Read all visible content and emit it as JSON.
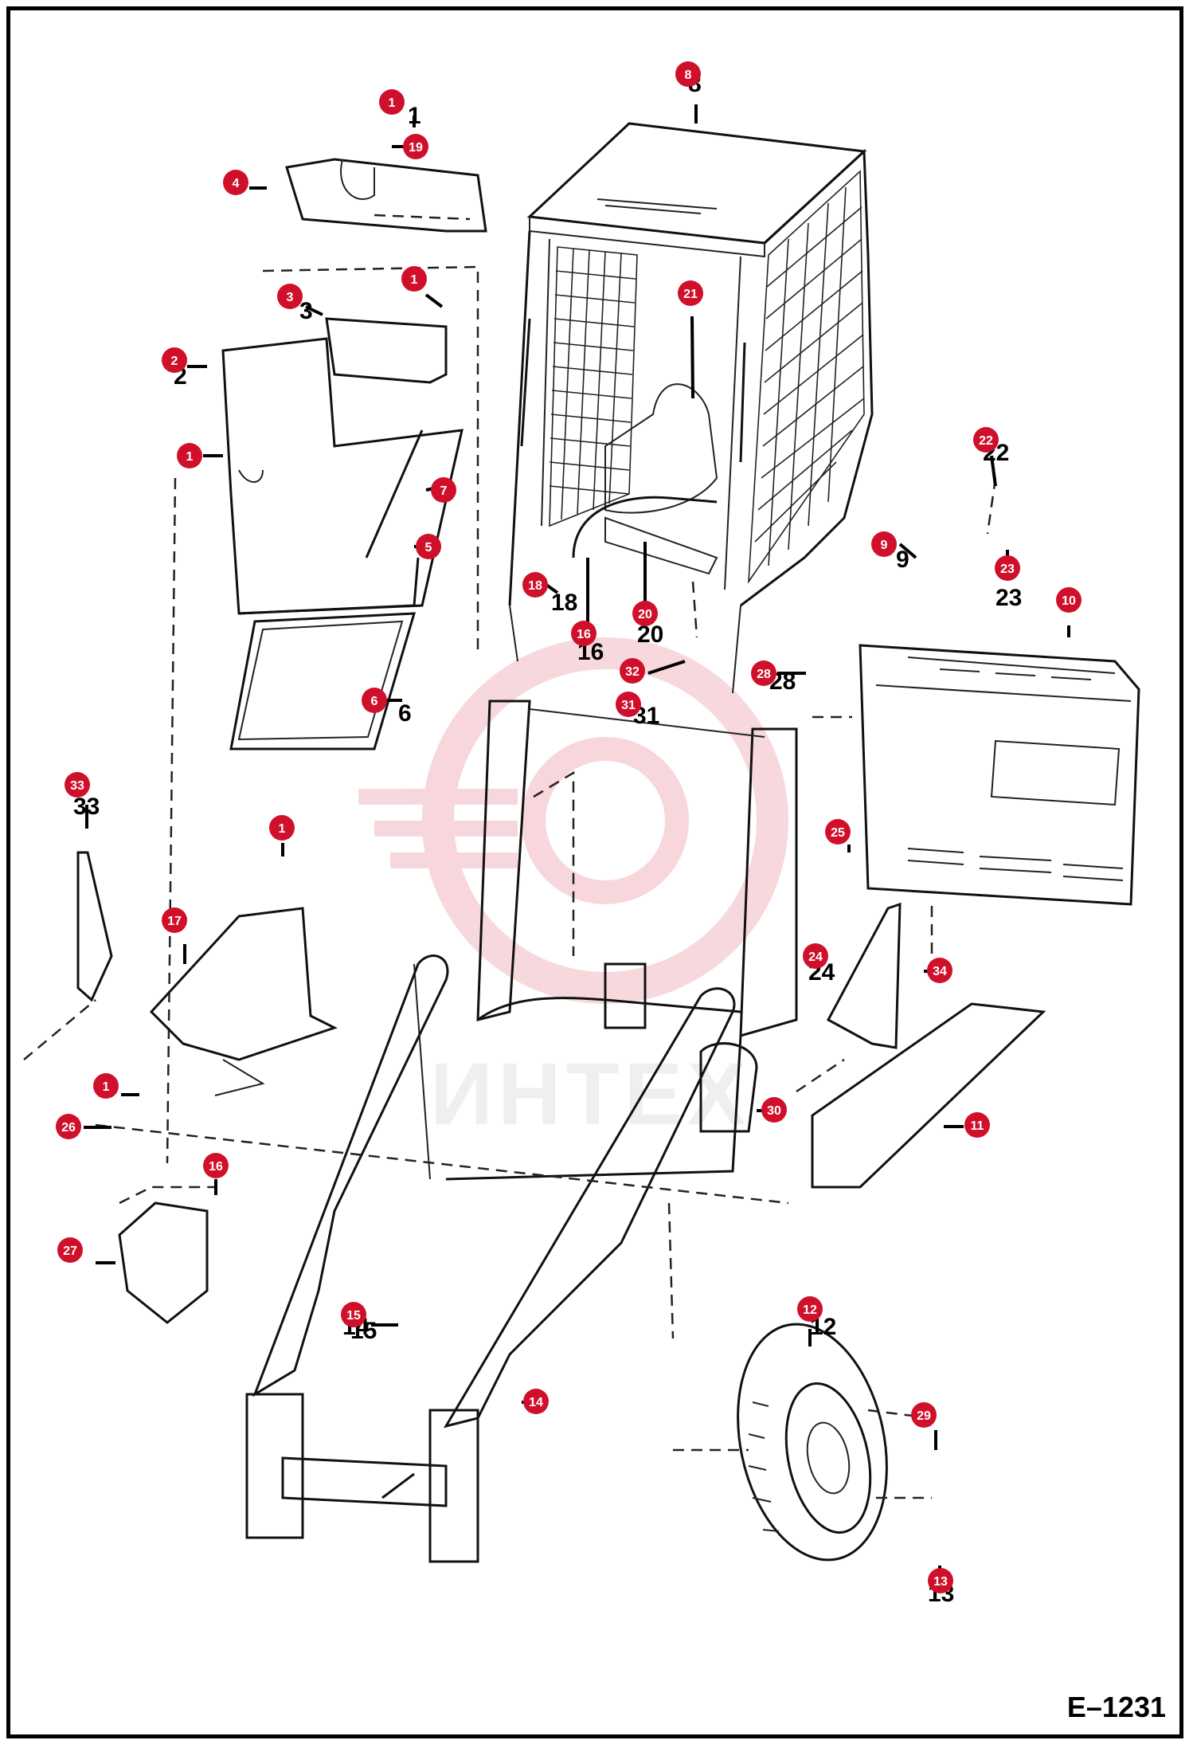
{
  "drawing_code": "E–1231",
  "watermark_text": "ИНТЕХ",
  "accent_color": "#d0102b",
  "callouts": [
    {
      "n": "1",
      "label": "1"
    },
    {
      "n": "19",
      "label": "19"
    },
    {
      "n": "4",
      "label": "4"
    },
    {
      "n": "8",
      "label": "8"
    },
    {
      "n": "1",
      "label": "1"
    },
    {
      "n": "3",
      "label": "3"
    },
    {
      "n": "21",
      "label": "21"
    },
    {
      "n": "2",
      "label": "2"
    },
    {
      "n": "1",
      "label": "1"
    },
    {
      "n": "7",
      "label": "7"
    },
    {
      "n": "5",
      "label": "5"
    },
    {
      "n": "22",
      "label": "22"
    },
    {
      "n": "9",
      "label": "9"
    },
    {
      "n": "23",
      "label": "23"
    },
    {
      "n": "18",
      "label": "18"
    },
    {
      "n": "20",
      "label": "20"
    },
    {
      "n": "10",
      "label": "10"
    },
    {
      "n": "16",
      "label": "16"
    },
    {
      "n": "32",
      "label": "32"
    },
    {
      "n": "28",
      "label": "28"
    },
    {
      "n": "31",
      "label": "31"
    },
    {
      "n": "6",
      "label": "6"
    },
    {
      "n": "33",
      "label": "33"
    },
    {
      "n": "1",
      "label": "1"
    },
    {
      "n": "25",
      "label": "25"
    },
    {
      "n": "17",
      "label": "17"
    },
    {
      "n": "24",
      "label": "24"
    },
    {
      "n": "34",
      "label": "34"
    },
    {
      "n": "1",
      "label": "1"
    },
    {
      "n": "30",
      "label": "30"
    },
    {
      "n": "11",
      "label": "11"
    },
    {
      "n": "26",
      "label": "26"
    },
    {
      "n": "16",
      "label": "16"
    },
    {
      "n": "27",
      "label": "27"
    },
    {
      "n": "15",
      "label": "15"
    },
    {
      "n": "12",
      "label": "12"
    },
    {
      "n": "14",
      "label": "14"
    },
    {
      "n": "29",
      "label": "29"
    },
    {
      "n": "13",
      "label": "13"
    }
  ]
}
